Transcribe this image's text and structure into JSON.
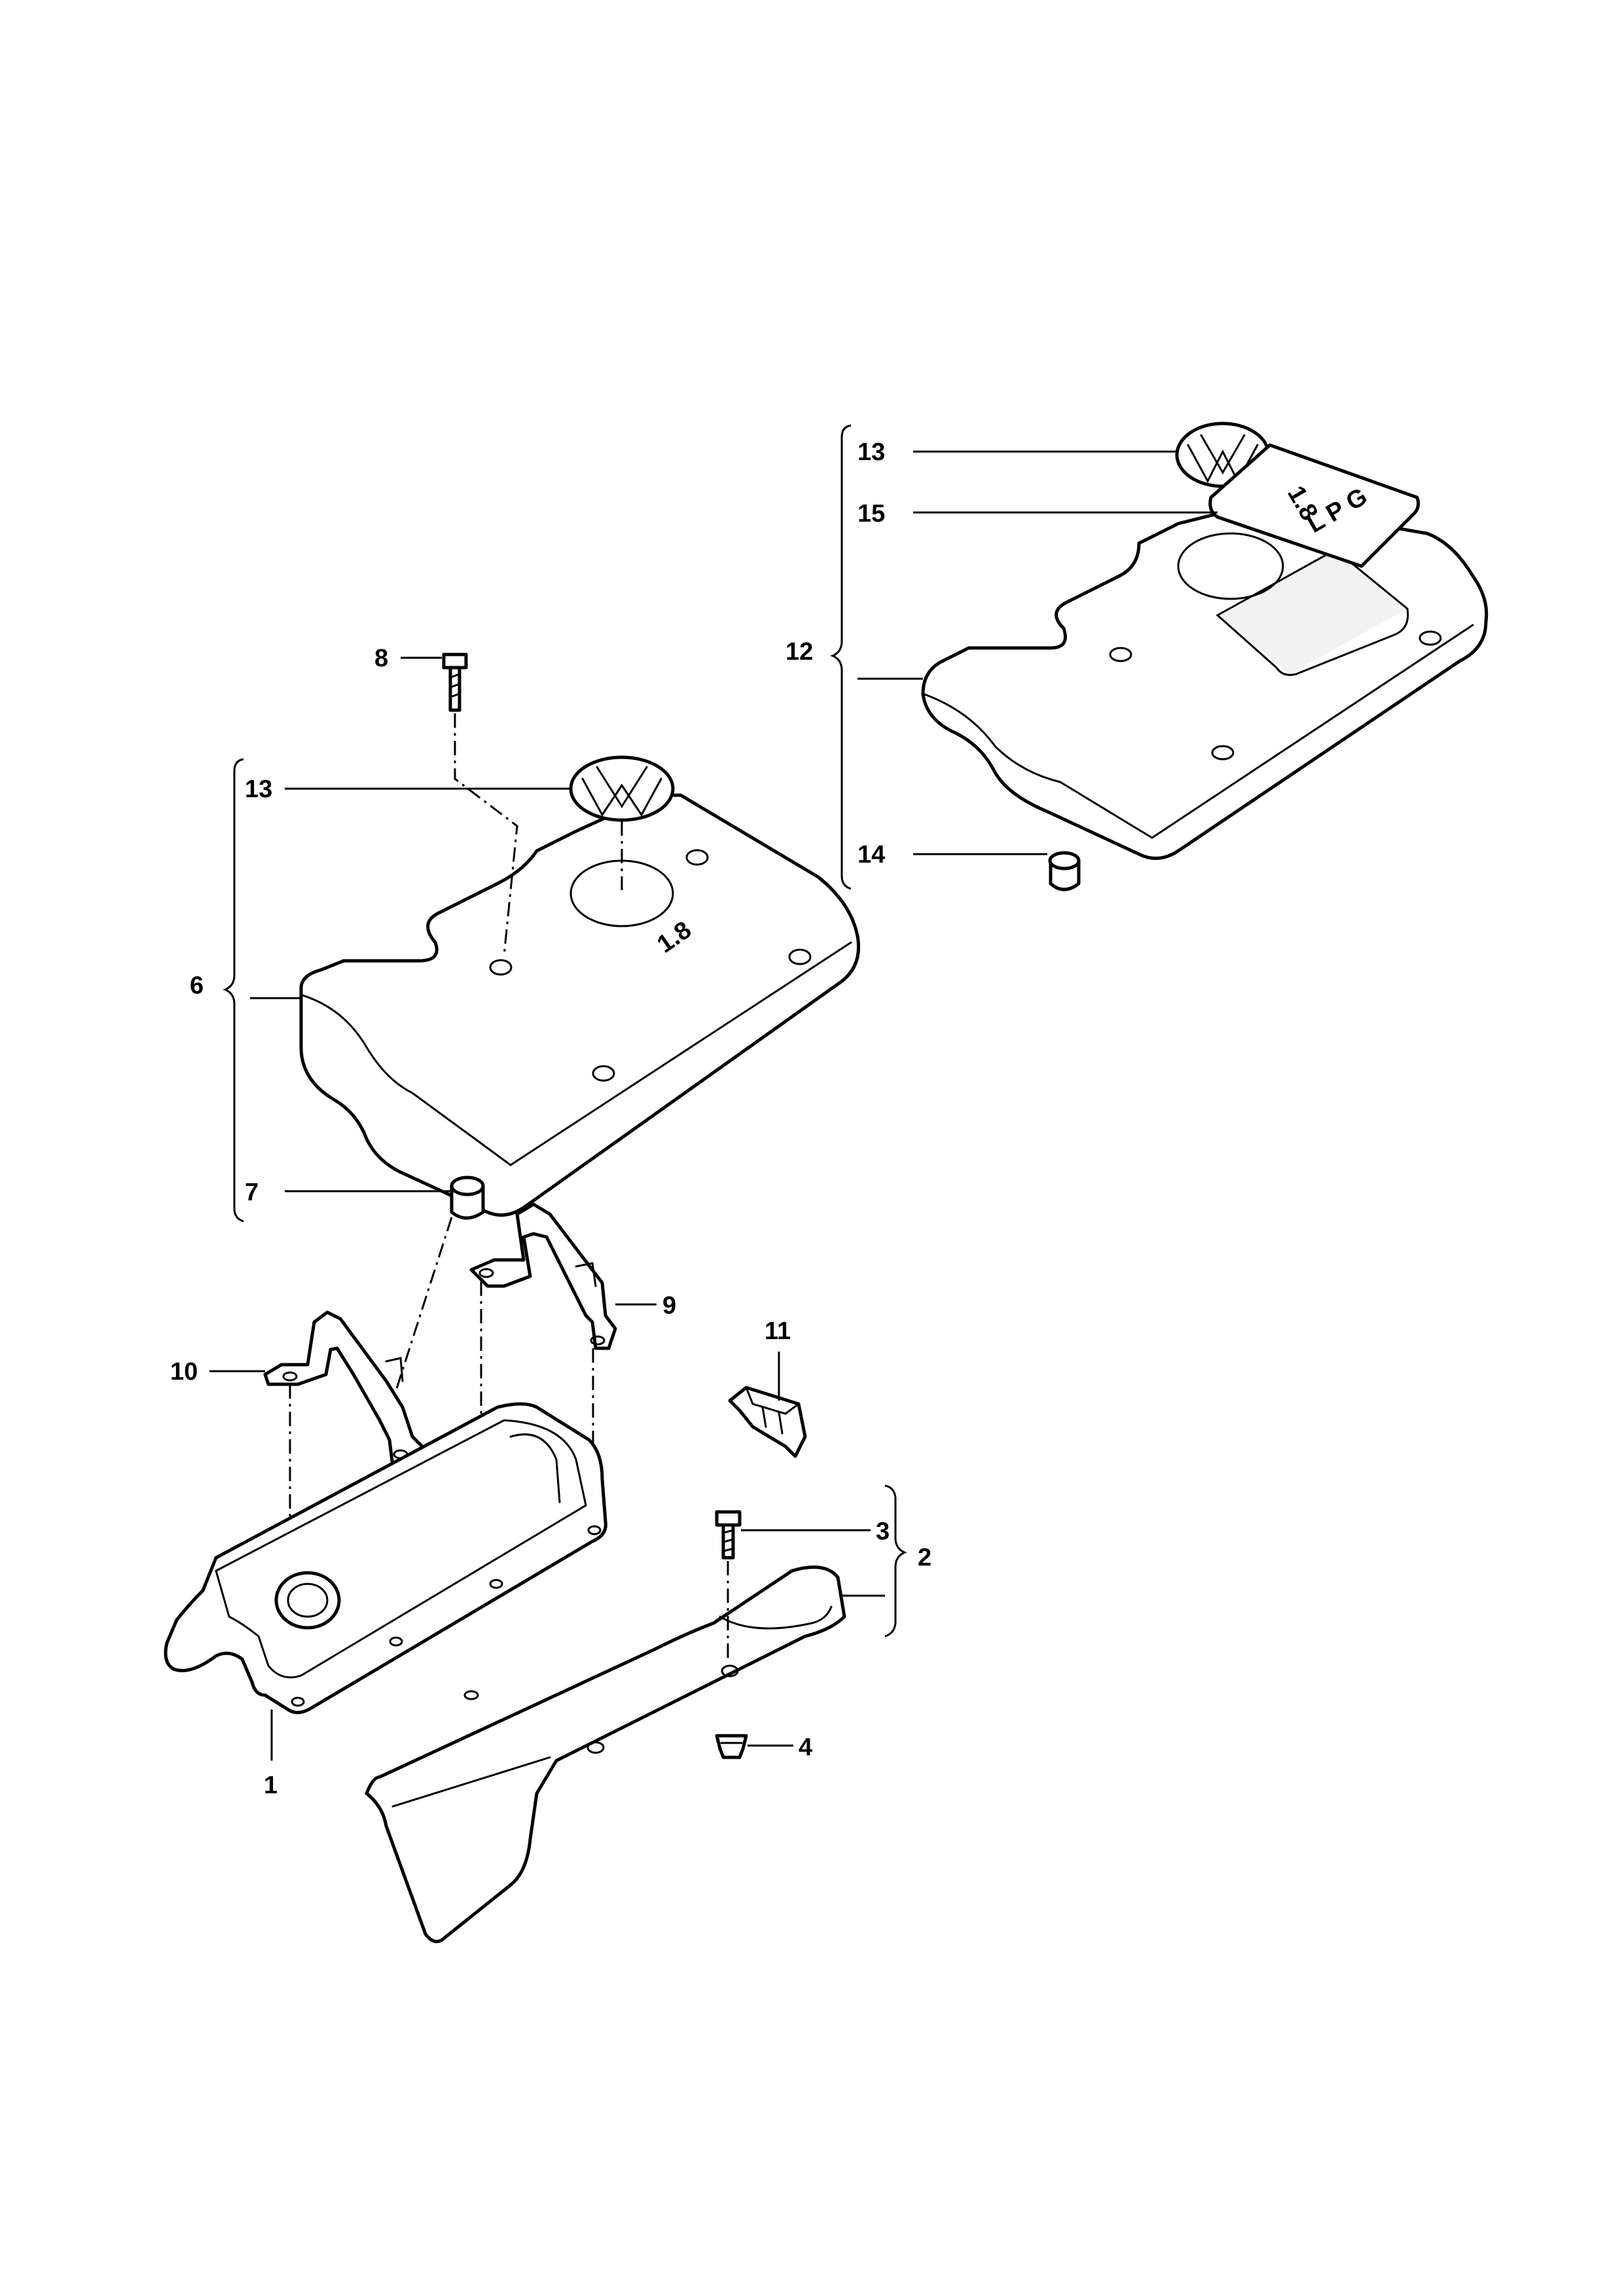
{
  "labels": {
    "l1": "1",
    "l2": "2",
    "l3": "3",
    "l4": "4",
    "l6": "6",
    "l7": "7",
    "l8": "8",
    "l9": "9",
    "l10": "10",
    "l11": "11",
    "l12": "12",
    "l13_upper": "13",
    "l13_lower": "13",
    "l14": "14",
    "l15": "15"
  },
  "badges": {
    "cover6_text": "1.8",
    "plate15_text_line1": "1.8",
    "plate15_text_line2": "L P G"
  }
}
